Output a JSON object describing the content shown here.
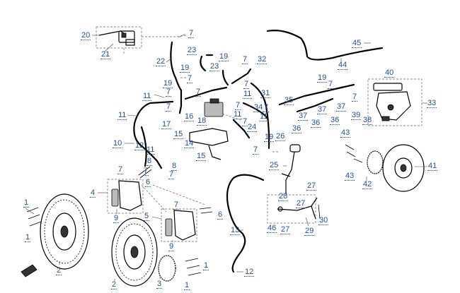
{
  "callouts": [
    {
      "label": "20"
    },
    {
      "label": "21"
    },
    {
      "label": "22"
    },
    {
      "label": "7"
    },
    {
      "label": "23"
    },
    {
      "label": "19"
    },
    {
      "label": "7"
    },
    {
      "label": "7"
    },
    {
      "label": "19"
    },
    {
      "label": "7"
    },
    {
      "label": "23"
    },
    {
      "label": "32"
    },
    {
      "label": "11"
    },
    {
      "label": "7"
    },
    {
      "label": "19"
    },
    {
      "label": "7"
    },
    {
      "label": "11"
    },
    {
      "label": "7"
    },
    {
      "label": "11"
    },
    {
      "label": "7"
    },
    {
      "label": "31"
    },
    {
      "label": "35"
    },
    {
      "label": "34"
    },
    {
      "label": "7"
    },
    {
      "label": "11"
    },
    {
      "label": "16"
    },
    {
      "label": "18"
    },
    {
      "label": "17"
    },
    {
      "label": "15"
    },
    {
      "label": "14"
    },
    {
      "label": "15"
    },
    {
      "label": "24"
    },
    {
      "label": "7"
    },
    {
      "label": "10"
    },
    {
      "label": "12"
    },
    {
      "label": "11"
    },
    {
      "label": "7"
    },
    {
      "label": "8"
    },
    {
      "label": "8"
    },
    {
      "label": "7"
    },
    {
      "label": "7"
    },
    {
      "label": "6"
    },
    {
      "label": "4"
    },
    {
      "label": "9"
    },
    {
      "label": "7"
    },
    {
      "label": "5"
    },
    {
      "label": "6"
    },
    {
      "label": "9"
    },
    {
      "label": "1"
    },
    {
      "label": "1"
    },
    {
      "label": "2"
    },
    {
      "label": "2"
    },
    {
      "label": "3"
    },
    {
      "label": "1"
    },
    {
      "label": "1"
    },
    {
      "label": "13"
    },
    {
      "label": "12"
    },
    {
      "label": "44"
    },
    {
      "label": "45"
    },
    {
      "label": "40"
    },
    {
      "label": "19"
    },
    {
      "label": "7"
    },
    {
      "label": "33"
    },
    {
      "label": "37"
    },
    {
      "label": "37"
    },
    {
      "label": "37"
    },
    {
      "label": "36"
    },
    {
      "label": "36"
    },
    {
      "label": "36"
    },
    {
      "label": "39"
    },
    {
      "label": "38"
    },
    {
      "label": "7"
    },
    {
      "label": "26"
    },
    {
      "label": "19"
    },
    {
      "label": "7"
    },
    {
      "label": "25"
    },
    {
      "label": "27"
    },
    {
      "label": "28"
    },
    {
      "label": "27"
    },
    {
      "label": "46"
    },
    {
      "label": "27"
    },
    {
      "label": "29"
    },
    {
      "label": "30"
    },
    {
      "label": "43"
    },
    {
      "label": "43"
    },
    {
      "label": "42"
    },
    {
      "label": "41"
    },
    {
      "label": "11"
    }
  ]
}
